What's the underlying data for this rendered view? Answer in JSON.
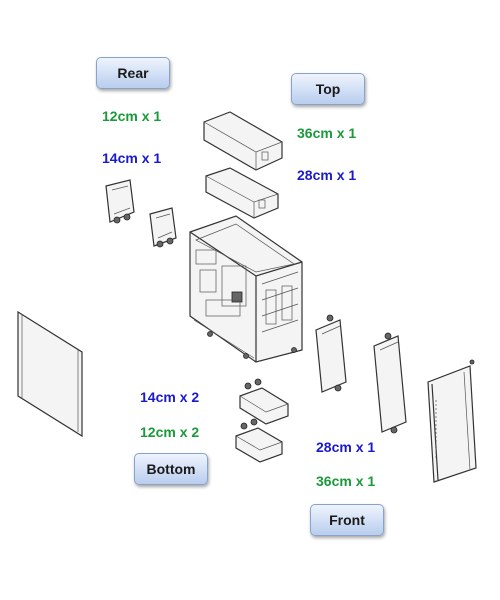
{
  "labels": {
    "rear": "Rear",
    "top": "Top",
    "bottom": "Bottom",
    "front": "Front"
  },
  "specs": {
    "rear_12": "12cm x 1",
    "rear_14": "14cm x 1",
    "top_36": "36cm x 1",
    "top_28": "28cm x 1",
    "bottom_14": "14cm x 2",
    "bottom_12": "12cm x 2",
    "front_28": "28cm x 1",
    "front_36": "36cm x 1"
  },
  "colors": {
    "green": "#1a9a3a",
    "blue": "#1a1acc",
    "pill_border": "#8aa3c8"
  }
}
